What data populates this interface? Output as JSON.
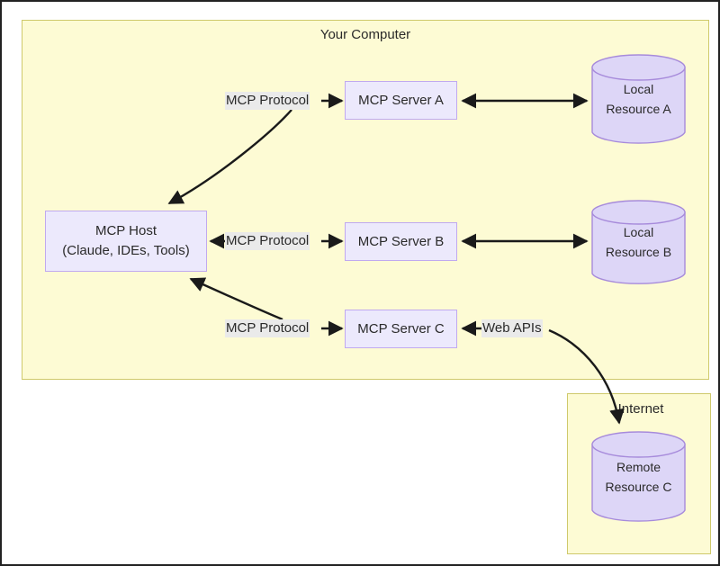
{
  "diagram": {
    "title_visible": false,
    "groups": [
      {
        "id": "your-computer",
        "label": "Your Computer"
      },
      {
        "id": "internet",
        "label": "Internet"
      }
    ],
    "nodes": {
      "host": {
        "line1": "MCP Host",
        "line2": "(Claude, IDEs, Tools)"
      },
      "server_a": {
        "label": "MCP Server A"
      },
      "server_b": {
        "label": "MCP Server B"
      },
      "server_c": {
        "label": "MCP Server C"
      },
      "resource_a": {
        "line1": "Local",
        "line2": "Resource A"
      },
      "resource_b": {
        "line1": "Local",
        "line2": "Resource B"
      },
      "resource_c": {
        "line1": "Remote",
        "line2": "Resource C"
      }
    },
    "edge_labels": {
      "protocol_a": "MCP Protocol",
      "protocol_b": "MCP Protocol",
      "protocol_c": "MCP Protocol",
      "web_apis": "Web APIs"
    },
    "colors": {
      "group_fill": "#fdfbd4",
      "group_stroke": "#cfc96b",
      "node_fill": "#ece9fc",
      "node_stroke": "#c0a9ef",
      "cylinder_fill": "#ddd6f7",
      "cylinder_stroke": "#a78bdb",
      "edge_stroke": "#1a1a1a",
      "label_bg": "#eaeaea",
      "text": "#2a2a2a",
      "frame": "#222222"
    }
  }
}
